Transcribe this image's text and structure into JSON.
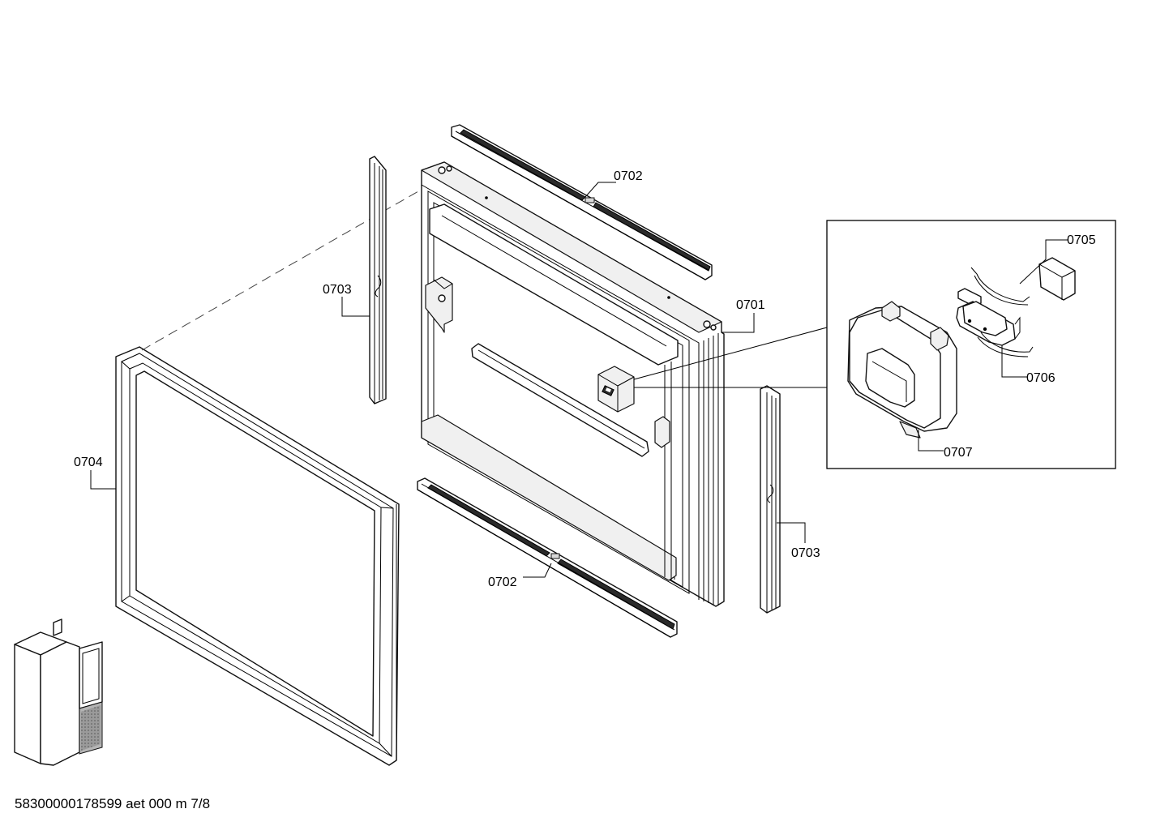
{
  "labels": {
    "l0701": "0701",
    "l0702_top": "0702",
    "l0702_bottom": "0702",
    "l0703_left": "0703",
    "l0703_right": "0703",
    "l0704": "0704",
    "l0705": "0705",
    "l0706": "0706",
    "l0707": "0707"
  },
  "footer": {
    "code": "58300000178599 aet 000 m 7/8"
  }
}
